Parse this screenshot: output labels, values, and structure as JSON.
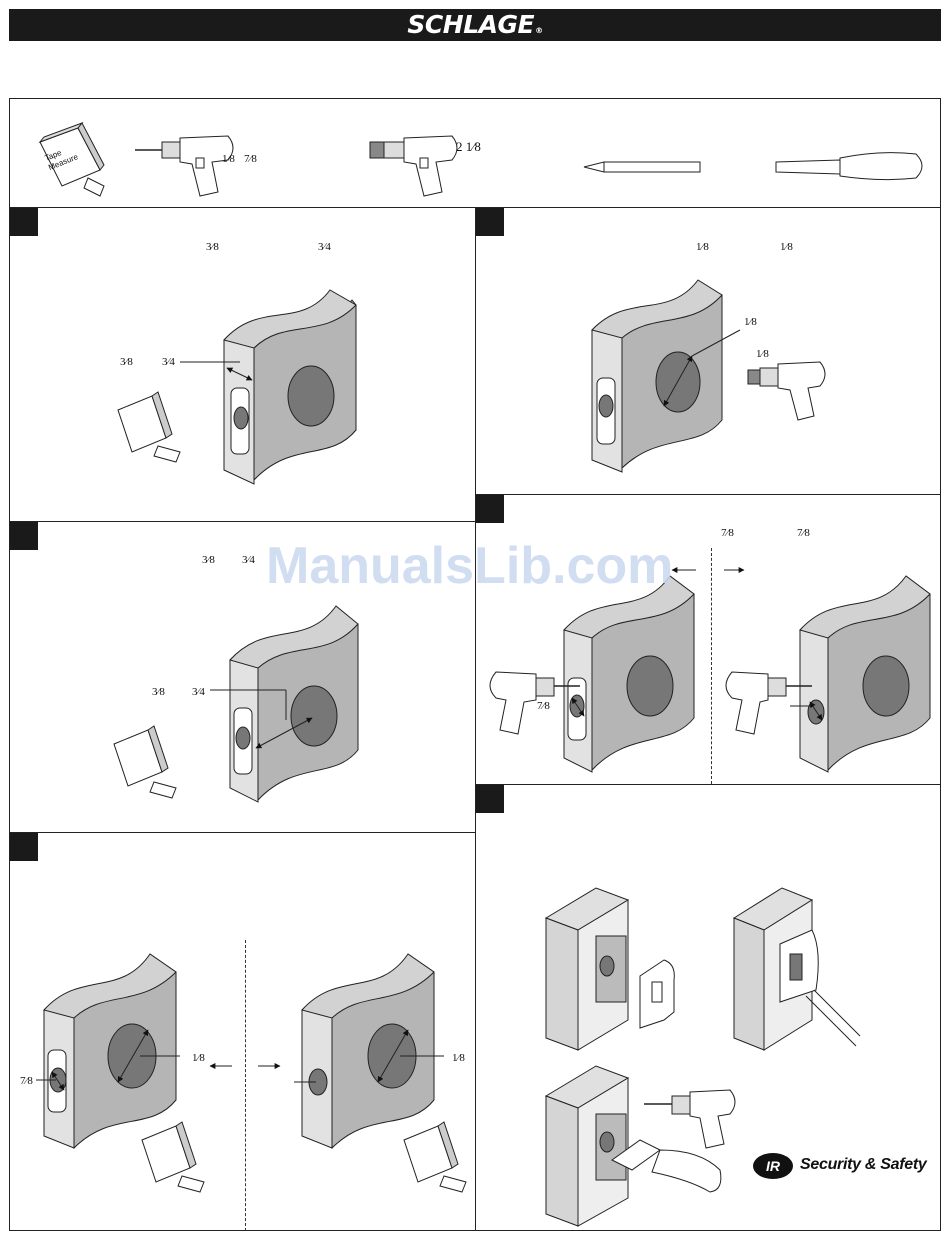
{
  "brand": {
    "name": "SCHLAGE",
    "mark": "®"
  },
  "watermark": "ManualsLib.com",
  "footer_logo": {
    "mark": "IR",
    "text": "Security & Safety"
  },
  "tools": {
    "tape_measure_label": "Tape\nMeasure",
    "drill_frac_a": "1⁄8",
    "drill_frac_b": "7⁄8",
    "holesaw_frac": "2 1⁄8"
  },
  "step1": {
    "frac_a": "3⁄8",
    "frac_b": "3⁄4",
    "dim_a": "3⁄8",
    "dim_b": "3⁄4"
  },
  "step2": {
    "frac_a": "1⁄8",
    "frac_b": "1⁄8",
    "dim_a": "1⁄8",
    "dim_b": "1⁄8"
  },
  "step3": {
    "frac_a": "3⁄8",
    "frac_b": "3⁄4",
    "dim_a": "3⁄8",
    "dim_b": "3⁄4"
  },
  "step4": {
    "frac_a": "7⁄8",
    "frac_b": "7⁄8",
    "dim_a": "7⁄8"
  },
  "step5": {
    "dim_a": "1⁄8",
    "dim_b": "7⁄8",
    "dim_c": "1⁄8"
  }
}
